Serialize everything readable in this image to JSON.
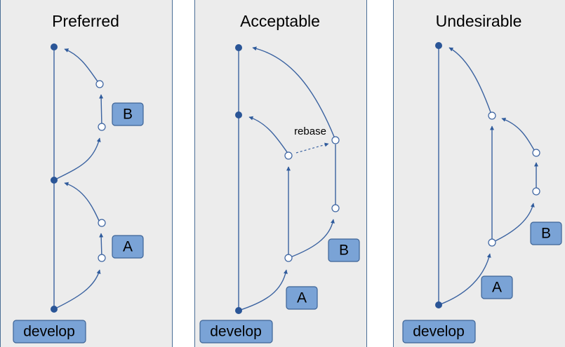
{
  "panels": [
    {
      "title": "Preferred",
      "branch_labels": [
        "B",
        "A"
      ],
      "base_label": "develop"
    },
    {
      "title": "Acceptable",
      "branch_labels": [
        "B",
        "A"
      ],
      "base_label": "develop",
      "annotation": "rebase"
    },
    {
      "title": "Undesirable",
      "branch_labels": [
        "B",
        "A"
      ],
      "base_label": "develop"
    }
  ]
}
